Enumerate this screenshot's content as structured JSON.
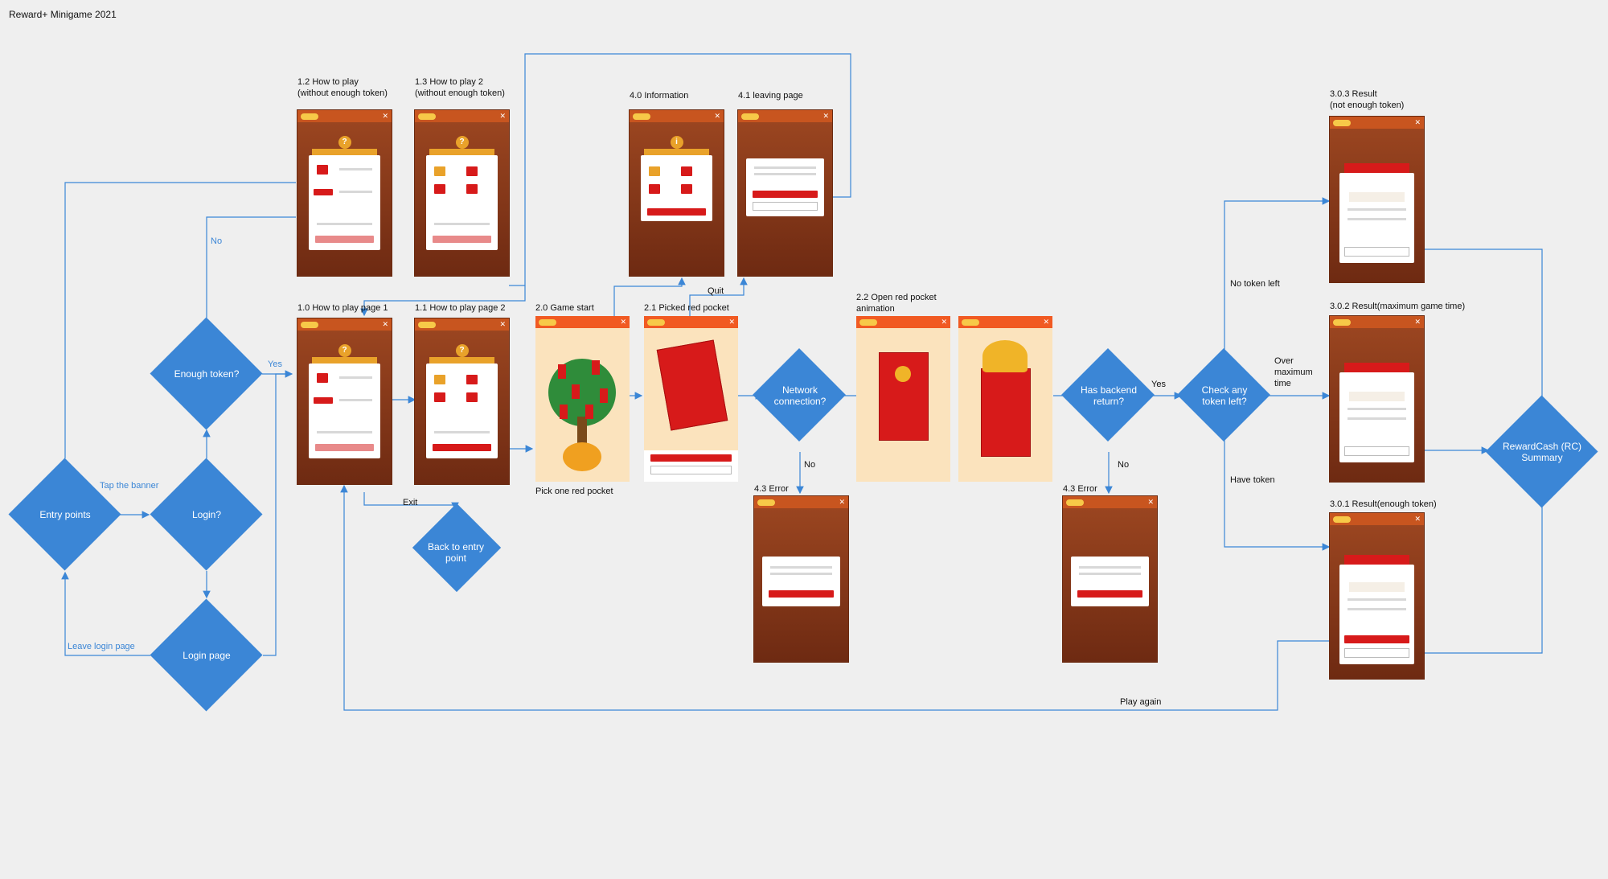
{
  "title": "Reward+ Minigame 2021",
  "colors": {
    "accent": "#3b86d6",
    "background": "#efefef",
    "game_red": "#d71a1a",
    "game_orange": "#f15a22"
  },
  "diamonds": {
    "entry_points": "Entry points",
    "login": "Login?",
    "enough_token": "Enough token?",
    "login_page": "Login page",
    "back_to_entry": "Back to entry\npoint",
    "network": "Network\nconnection?",
    "backend": "Has backend\nreturn?",
    "token_left": "Check any\ntoken left?",
    "rewardcash": "RewardCash (RC)\nSummary"
  },
  "edge_labels": {
    "tap_banner": "Tap the banner",
    "leave_login": "Leave login page",
    "yes1": "Yes",
    "no1": "No",
    "exit": "Exit",
    "quit": "Quit",
    "no_network": "No",
    "yes_backend": "Yes",
    "no_backend": "No",
    "no_token_left": "No token left",
    "over_max": "Over\nmaximum\ntime",
    "have_token": "Have token",
    "play_again": "Play again"
  },
  "screens": {
    "s12": "1.2 How to play\n(without enough token)",
    "s13": "1.3 How to play 2\n(without enough token)",
    "s10": "1.0 How to play page 1",
    "s11": "1.1 How to play page 2",
    "s20": "2.0 Game start",
    "s20_caption": "Pick one red pocket",
    "s21": "2.1 Picked red pocket",
    "s22": "2.2 Open red pocket\nanimation",
    "s40": "4.0 Information",
    "s41": "4.1 leaving page",
    "s43a": "4.3 Error",
    "s43b": "4.3 Error",
    "s303": "3.0.3 Result\n(not enough token)",
    "s302": "3.0.2 Result(maximum game time)",
    "s301": "3.0.1 Result(enough token)"
  },
  "icons": [
    "close-icon",
    "token-icon",
    "question-icon",
    "info-icon"
  ]
}
